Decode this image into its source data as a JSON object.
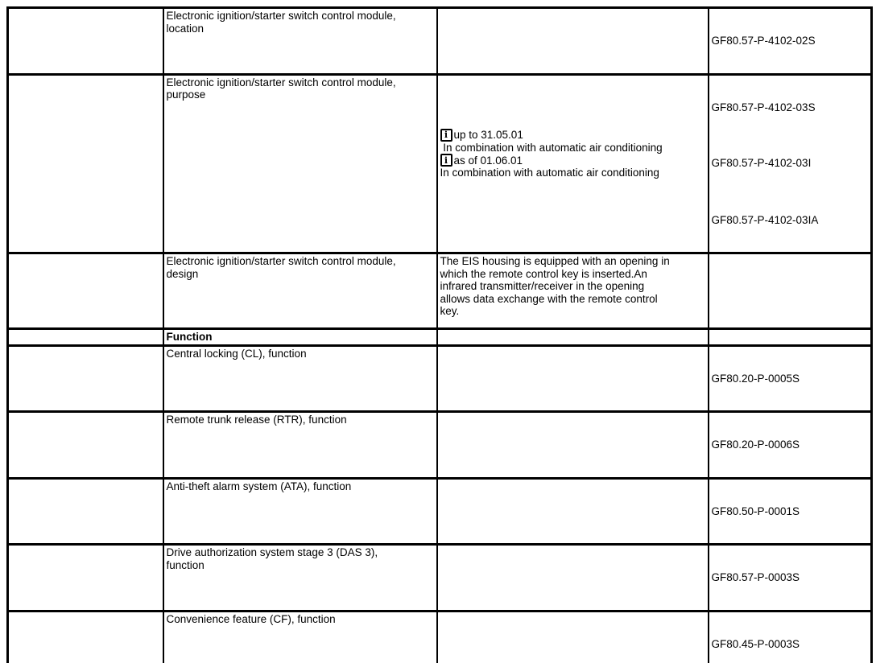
{
  "document": {
    "info_icon_label": "i",
    "rows": [
      {
        "c1": "",
        "c2": "Electronic ignition/starter switch control module,\nlocation",
        "c3": "",
        "codes": [
          "GF80.57-P-4102-02S"
        ]
      },
      {
        "c1": "",
        "c2": "Electronic ignition/starter switch control module,\npurpose",
        "info": [
          {
            "label": "up to 31.05.01",
            "text": " In combination with automatic air conditioning"
          },
          {
            "label": "as of 01.06.01",
            "text": "In combination with automatic air conditioning"
          }
        ],
        "codes": [
          "GF80.57-P-4102-03S",
          "GF80.57-P-4102-03I",
          "GF80.57-P-4102-03IA"
        ]
      },
      {
        "c1": "",
        "c2": "Electronic ignition/starter switch control module,\ndesign",
        "c3": "The EIS housing is equipped with an opening in\nwhich the remote control key is inserted.An\ninfrared transmitter/receiver in the opening\nallows data exchange with the remote control\nkey.",
        "codes": []
      },
      {
        "c1": "",
        "c2": "Function",
        "c3": "",
        "codes": []
      },
      {
        "c1": "",
        "c2": "Central locking (CL), function",
        "c3": "",
        "codes": [
          "GF80.20-P-0005S"
        ]
      },
      {
        "c1": "",
        "c2": "Remote trunk release (RTR), function",
        "c3": "",
        "codes": [
          "GF80.20-P-0006S"
        ]
      },
      {
        "c1": "",
        "c2": "Anti-theft alarm system (ATA), function",
        "c3": "",
        "codes": [
          "GF80.50-P-0001S"
        ]
      },
      {
        "c1": "",
        "c2": "Drive authorization system stage 3 (DAS 3),\nfunction",
        "c3": "",
        "codes": [
          "GF80.57-P-0003S"
        ]
      },
      {
        "c1": "",
        "c2": "Convenience feature (CF), function",
        "c3": "",
        "codes": [
          "GF80.45-P-0003S"
        ]
      }
    ]
  }
}
